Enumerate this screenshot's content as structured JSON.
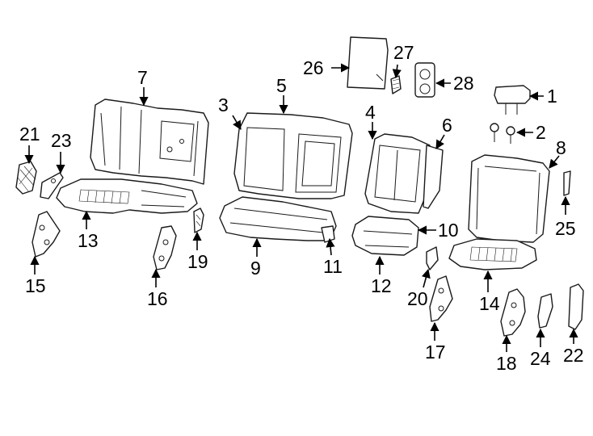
{
  "callouts": {
    "c1": "1",
    "c2": "2",
    "c3": "3",
    "c4": "4",
    "c5": "5",
    "c6": "6",
    "c7": "7",
    "c8": "8",
    "c9": "9",
    "c10": "10",
    "c11": "11",
    "c12": "12",
    "c13": "13",
    "c14": "14",
    "c15": "15",
    "c16": "16",
    "c17": "17",
    "c18": "18",
    "c19": "19",
    "c20": "20",
    "c21": "21",
    "c22": "22",
    "c23": "23",
    "c24": "24",
    "c25": "25",
    "c26": "26",
    "c27": "27",
    "c28": "28"
  },
  "colors": {
    "line": "#1a1a1a",
    "background": "#ffffff"
  }
}
